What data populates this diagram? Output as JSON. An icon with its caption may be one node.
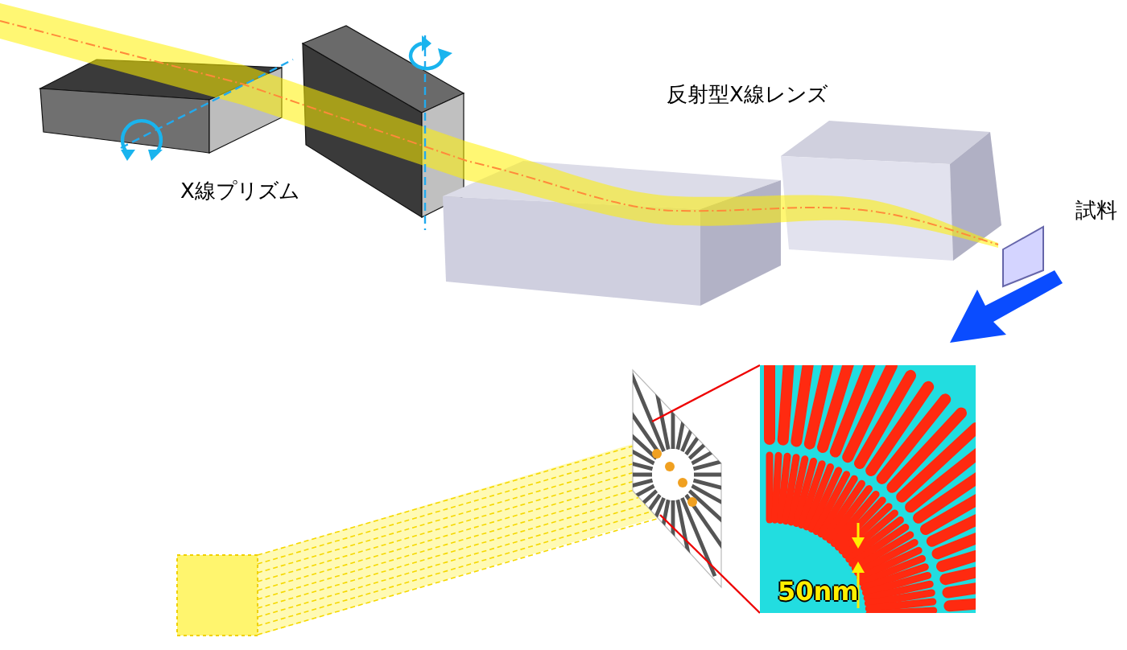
{
  "diagram": {
    "labels": [
      "反射型X線レンズ",
      "X線プリズム",
      "試料",
      "50nm"
    ]
  }
}
